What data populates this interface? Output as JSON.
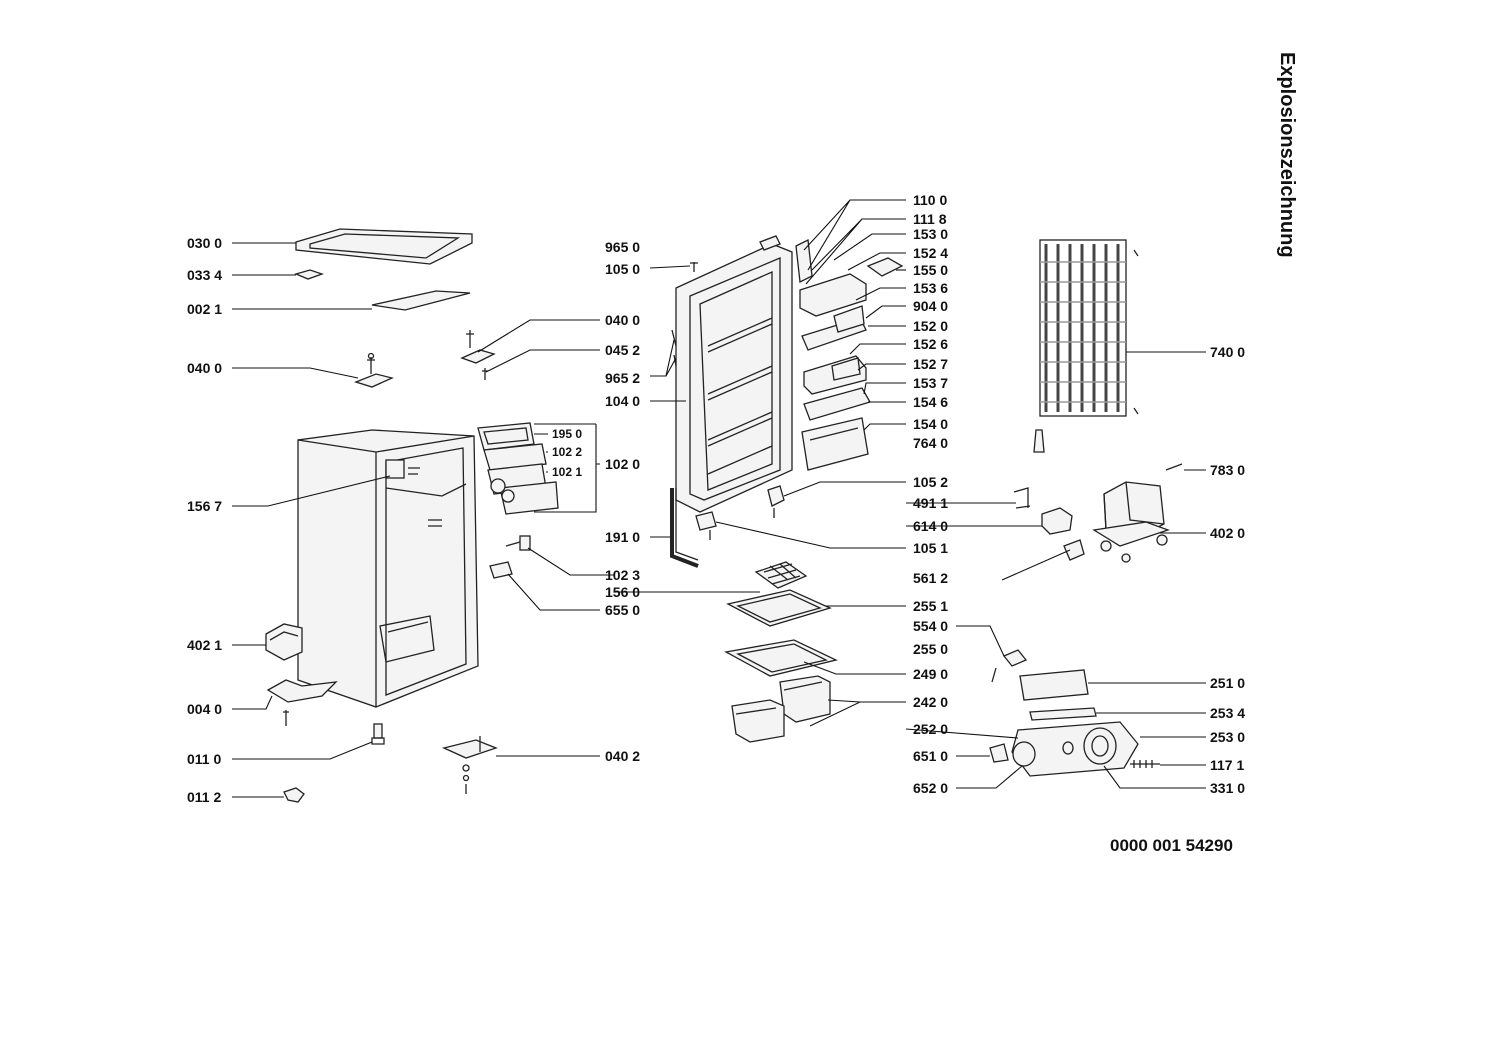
{
  "title": "Explosionszeichnung",
  "document_number": "0000 001 54290",
  "labels": {
    "l0300": "030 0",
    "l0334": "033 4",
    "l0021": "002 1",
    "l0400a": "040 0",
    "l1567": "156 7",
    "l4021": "402 1",
    "l0040": "004 0",
    "l0110": "011 0",
    "l0112": "011 2",
    "l0400b": "040 0",
    "l0452": "045 2",
    "l9652": "965 2",
    "l1950": "195 0",
    "l1022": "102 2",
    "l1021": "102 1",
    "l1020": "102 0",
    "l1023": "102 3",
    "l6550": "655 0",
    "l0402": "040 2",
    "l9650": "965 0",
    "l1050": "105 0",
    "l1040": "104 0",
    "l1910": "191 0",
    "l1100": "110 0",
    "l1118": "111 8",
    "l1530": "153 0",
    "l1524": "152 4",
    "l1550": "155 0",
    "l1536": "153 6",
    "l9040": "904 0",
    "l1520": "152 0",
    "l1526": "152 6",
    "l1527": "152 7",
    "l1537": "153 7",
    "l1546": "154 6",
    "l1540": "154 0",
    "l7640": "764 0",
    "l1052": "105 2",
    "l4911": "491 1",
    "l6140": "614 0",
    "l1051": "105 1",
    "l5612": "561 2",
    "l1560": "156 0",
    "l2551": "255 1",
    "l5540": "554 0",
    "l2550": "255 0",
    "l2490": "249 0",
    "l2420": "242 0",
    "l2520": "252 0",
    "l6510": "651 0",
    "l6520": "652 0",
    "l7400": "740 0",
    "l7830": "783 0",
    "l4020": "402 0",
    "l2510": "251 0",
    "l2534": "253 4",
    "l2530": "253 0",
    "l1171": "117 1",
    "l3310": "331 0"
  }
}
